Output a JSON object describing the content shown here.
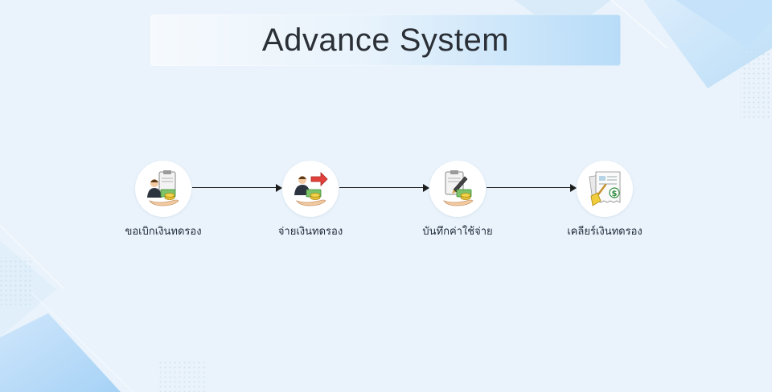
{
  "header": {
    "title": "Advance System"
  },
  "flow": {
    "steps": [
      {
        "label": "ขอเบิกเงินทดรอง",
        "icon": "advance-request-icon"
      },
      {
        "label": "จ่ายเงินทดรอง",
        "icon": "advance-payment-icon"
      },
      {
        "label": "บันทึกค่าใช้จ่าย",
        "icon": "expense-record-icon"
      },
      {
        "label": "เคลียร์เงินทดรอง",
        "icon": "advance-clearing-icon"
      }
    ]
  },
  "colors": {
    "background": "#eaf3fb",
    "banner_accent": "#b8dcf8",
    "arrow": "#1c1c1c",
    "text": "#1f2a3a"
  }
}
